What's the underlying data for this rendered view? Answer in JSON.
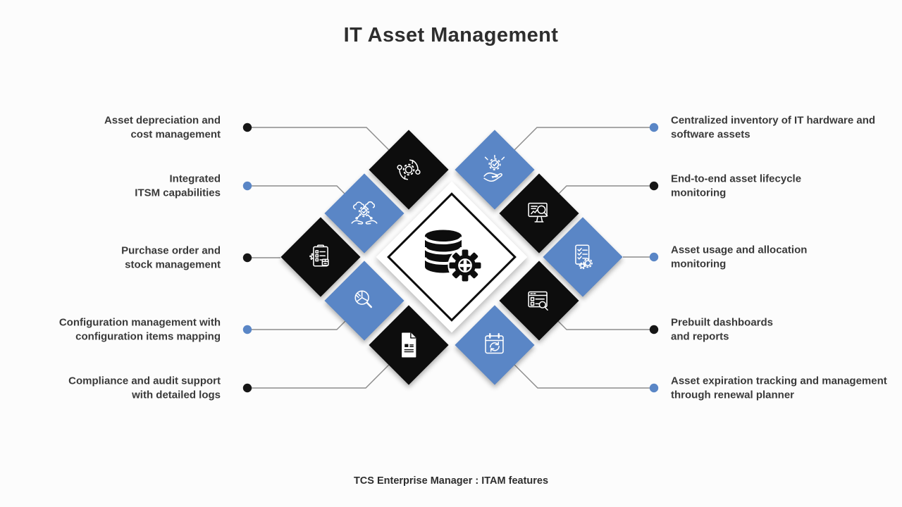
{
  "title": "IT Asset Management",
  "caption": "TCS Enterprise Manager : ITAM features",
  "colors": {
    "background": "#fcfcfc",
    "accent_blue": "#5a86c6",
    "diamond_black": "#0d0d0d",
    "connector_gray": "#8c8c8c",
    "text": "#3a3a3a"
  },
  "center": {
    "icon": "database-gear-icon"
  },
  "features_left": [
    {
      "label": "Asset depreciation and\ncost management",
      "dot_color": "black",
      "diamond": "black",
      "icon": "cost-cycle-icon"
    },
    {
      "label": "Integrated\nITSM capabilities",
      "dot_color": "blue",
      "diamond": "blue",
      "icon": "service-hands-icon"
    },
    {
      "label": "Purchase order and\nstock management",
      "dot_color": "black",
      "diamond": "black",
      "icon": "purchase-clipboard-icon"
    },
    {
      "label": "Configuration management with\nconfiguration items mapping",
      "dot_color": "blue",
      "diamond": "blue",
      "icon": "config-analysis-icon"
    },
    {
      "label": "Compliance and audit support\nwith detailed logs",
      "dot_color": "black",
      "diamond": "black",
      "icon": "audit-document-icon"
    }
  ],
  "features_right": [
    {
      "label": "Centralized inventory of IT hardware and\nsoftware assets",
      "dot_color": "blue",
      "diamond": "blue",
      "icon": "inventory-hand-gear-icon"
    },
    {
      "label": "End-to-end asset lifecycle\nmonitoring",
      "dot_color": "black",
      "diamond": "black",
      "icon": "monitor-search-icon"
    },
    {
      "label": "Asset usage and allocation\nmonitoring",
      "dot_color": "blue",
      "diamond": "blue",
      "icon": "usage-checklist-icon"
    },
    {
      "label": "Prebuilt dashboards\nand reports",
      "dot_color": "black",
      "diamond": "black",
      "icon": "dashboard-report-icon"
    },
    {
      "label": "Asset expiration tracking and management\nthrough renewal planner",
      "dot_color": "blue",
      "diamond": "blue",
      "icon": "renewal-calendar-icon"
    }
  ]
}
